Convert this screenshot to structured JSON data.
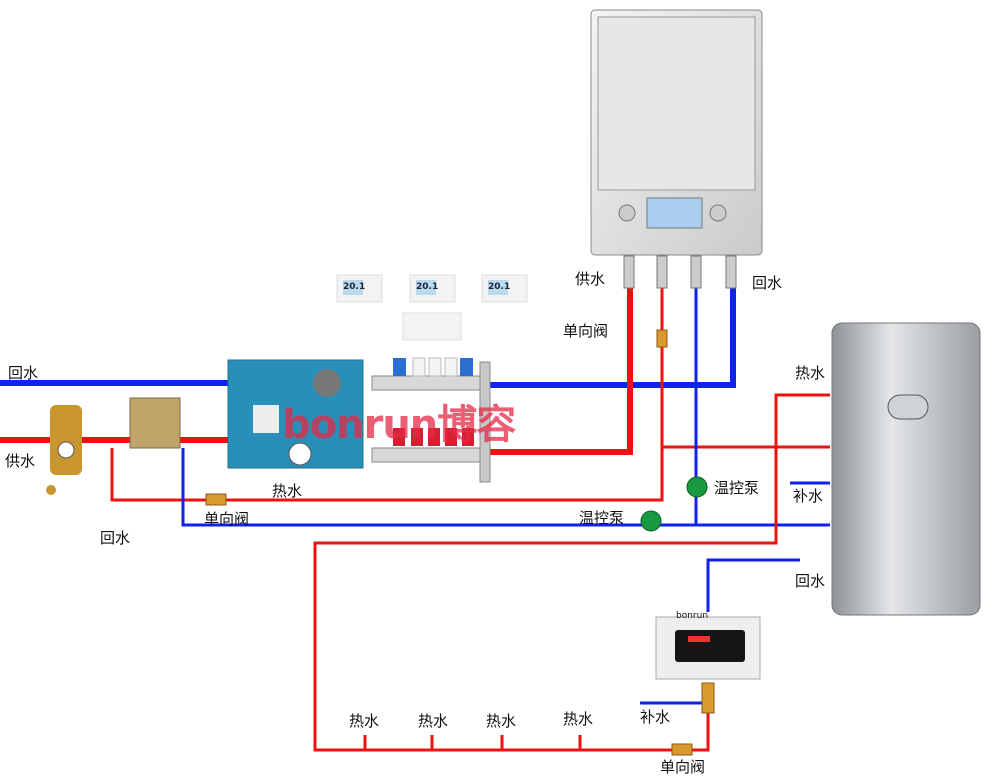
{
  "labels": {
    "boiler_supply": "供水",
    "boiler_return": "回水",
    "check_valve_top": "单向阀",
    "left_return": "回水",
    "left_supply": "供水",
    "hot_water_mid": "热水",
    "check_valve_left": "单向阀",
    "return_bottom_left": "回水",
    "thermo_pump_right": "温控泵",
    "thermo_pump_left": "温控泵",
    "tank_hot": "热水",
    "tank_makeup": "补水",
    "tank_return": "回水",
    "branch_hot": [
      "热水",
      "热水",
      "热水",
      "热水"
    ],
    "makeup_bottom": "补水",
    "check_valve_bottom": "单向阀"
  },
  "watermark": "bonrun博容",
  "controller_brand": "bonrun",
  "thermostat_display": "20.1",
  "colors": {
    "supply": "#ee1111",
    "return": "#1122ee",
    "module": "#2a8fb8",
    "tank": "#b8bcc0"
  }
}
